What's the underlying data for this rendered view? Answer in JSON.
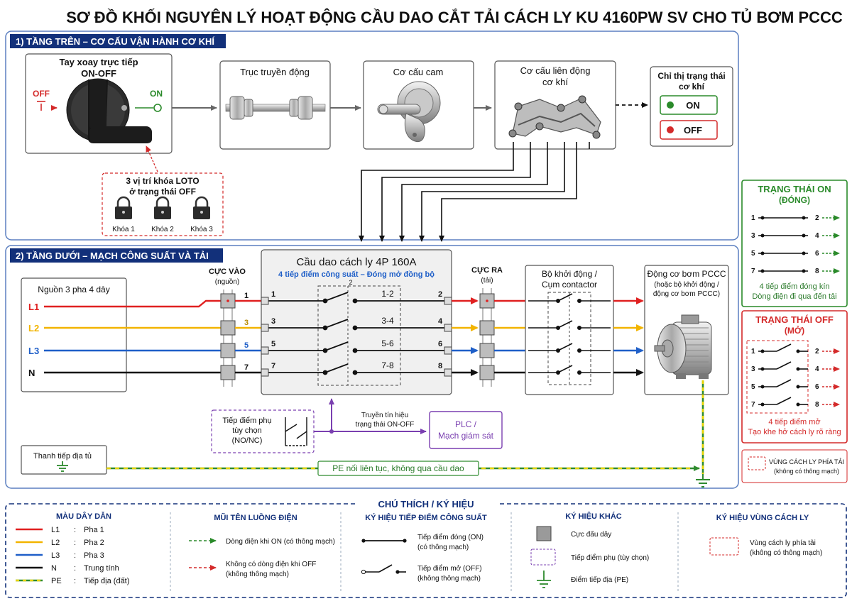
{
  "title": "SƠ ĐỒ KHỐI NGUYÊN LÝ HOẠT ĐỘNG CẦU DAO CẮT TẢI CÁCH LY KU 4160PW SV CHO TỦ BƠM PCCC",
  "colors": {
    "L1": "#e02020",
    "L2": "#f2b400",
    "L3": "#1f5fc8",
    "N": "#111111",
    "PE_green": "#2e8b2e",
    "PE_yellow": "#e8d400",
    "frame": "#5b7fc0",
    "section_header": "#12307a",
    "on_green": "#2a8a2a",
    "off_red": "#d42a2a",
    "aux_purple": "#7a3fb0"
  },
  "upper": {
    "section_label": "1) TẦNG TRÊN – CƠ CẤU VẬN HÀNH CƠ KHÍ",
    "handle_title_1": "Tay xoay trực tiếp",
    "handle_title_2": "ON-OFF",
    "off_label": "OFF",
    "on_label": "ON",
    "shaft_title": "Trục truyền động",
    "cam_title": "Cơ cấu cam",
    "linkage_title_1": "Cơ cấu liên động",
    "linkage_title_2": "cơ khí",
    "indicator_title_1": "Chỉ thị trạng thái",
    "indicator_title_2": "cơ khí",
    "indicator_on": "ON",
    "indicator_off": "OFF",
    "loto_title_1": "3 vị trí khóa LOTO",
    "loto_title_2": "ở trạng thái OFF",
    "locks": [
      "Khóa 1",
      "Khóa 2",
      "Khóa 3"
    ]
  },
  "lower": {
    "section_label": "2) TẦNG DƯỚI – MẠCH CÔNG SUẤT VÀ TẢI",
    "source_title": "Nguồn 3 pha 4 dây",
    "lines": [
      "L1",
      "L2",
      "L3",
      "N"
    ],
    "in_terminal_1": "CỰC VÀO",
    "in_terminal_2": "(nguồn)",
    "in_numbers": [
      "1",
      "3",
      "5",
      "7"
    ],
    "switch_title": "Cầu dao cách ly 4P 160A",
    "switch_subtitle": "4 tiếp điểm công suất – Đóng mở đồng bộ",
    "switch_top_mark": "2",
    "switch_left_numbers": [
      "1",
      "3",
      "5",
      "7"
    ],
    "switch_pairs": [
      "1-2",
      "3-4",
      "5-6",
      "7-8"
    ],
    "switch_right_numbers": [
      "2",
      "4",
      "6",
      "8"
    ],
    "out_terminal_1": "CỰC RA",
    "out_terminal_2": "(tải)",
    "contactor_title_1": "Bộ khởi động /",
    "contactor_title_2": "Cụm contactor",
    "motor_title_1": "Động cơ bơm PCCC",
    "motor_title_2": "(hoặc bộ khởi động /",
    "motor_title_3": "động cơ bơm PCCC)",
    "aux_title_1": "Tiếp điểm phụ",
    "aux_title_2": "tùy chọn",
    "aux_title_3": "(NO/NC)",
    "signal_1": "Truyền tín hiệu",
    "signal_2": "trạng thái ON-OFF",
    "plc_1": "PLC /",
    "plc_2": "Mạch giám sát",
    "earth_bar": "Thanh tiếp địa tủ",
    "pe_note": "PE nối liên tục, không qua cầu dao"
  },
  "state_on": {
    "title_1": "TRẠNG THÁI ON",
    "title_2": "(ĐÓNG)",
    "rows": [
      [
        "1",
        "2"
      ],
      [
        "3",
        "4"
      ],
      [
        "5",
        "6"
      ],
      [
        "7",
        "8"
      ]
    ],
    "note_1": "4 tiếp điểm đóng kín",
    "note_2": "Dòng điện đi qua đến tải"
  },
  "state_off": {
    "title_1": "TRẠNG THÁI OFF",
    "title_2": "(MỞ)",
    "rows": [
      [
        "1",
        "2"
      ],
      [
        "3",
        "4"
      ],
      [
        "5",
        "6"
      ],
      [
        "7",
        "8"
      ]
    ],
    "note_1": "4 tiếp điểm mở",
    "note_2": "Tạo khe hở cách ly rõ ràng"
  },
  "isolation_note_1": "VÙNG CÁCH LY PHÍA TẢI",
  "isolation_note_2": "(không có thông mạch)",
  "legend": {
    "title": "CHÚ THÍCH / KÝ HIỆU",
    "col1_title": "MÀU DÂY DẪN",
    "wires": [
      {
        "code": "L1",
        "desc": "Pha 1"
      },
      {
        "code": "L2",
        "desc": "Pha 2"
      },
      {
        "code": "L3",
        "desc": "Pha 3"
      },
      {
        "code": "N",
        "desc": "Trung tính"
      },
      {
        "code": "PE",
        "desc": "Tiếp địa (đất)"
      }
    ],
    "colon": ":",
    "col2_title": "MŨI TÊN LUỒNG ĐIỆN",
    "arrow_on": "Dòng điện khi ON (có thông mạch)",
    "arrow_off_1": "Không có dòng điện khi OFF",
    "arrow_off_2": "(không thông mạch)",
    "col3_title": "KÝ HIỆU TIẾP ĐIỂM CÔNG SUẤT",
    "contact_closed_1": "Tiếp điểm đóng (ON)",
    "contact_closed_2": "(có thông mạch)",
    "contact_open_1": "Tiếp điểm mở (OFF)",
    "contact_open_2": "(không thông mạch)",
    "col4_title": "KÝ HIỆU KHÁC",
    "terminal": "Cực đấu dây",
    "aux": "Tiếp điểm phụ (tùy chọn)",
    "earth": "Điểm tiếp địa (PE)",
    "col5_title": "KÝ HIỆU VÙNG CÁCH LY",
    "zone_1": "Vùng cách ly phía tải",
    "zone_2": "(không có thông mạch)"
  }
}
